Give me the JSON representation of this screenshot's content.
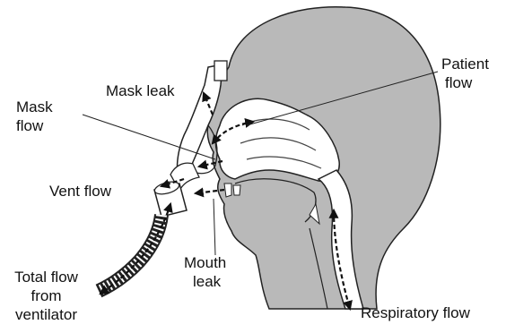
{
  "labels": {
    "mask_leak": "Mask leak",
    "mask_flow_1": "Mask",
    "mask_flow_2": "flow",
    "patient_flow_1": "Patient",
    "patient_flow_2": "flow",
    "vent_flow": "Vent flow",
    "mouth_leak_1": "Mouth",
    "mouth_leak_2": "leak",
    "total_flow_1": "Total flow",
    "total_flow_2": "from",
    "total_flow_3": "ventilator",
    "respiratory_flow": "Respiratory flow"
  },
  "colors": {
    "head_fill": "#b9b9b9",
    "airway_fill": "#ffffff",
    "line": "#111111"
  }
}
